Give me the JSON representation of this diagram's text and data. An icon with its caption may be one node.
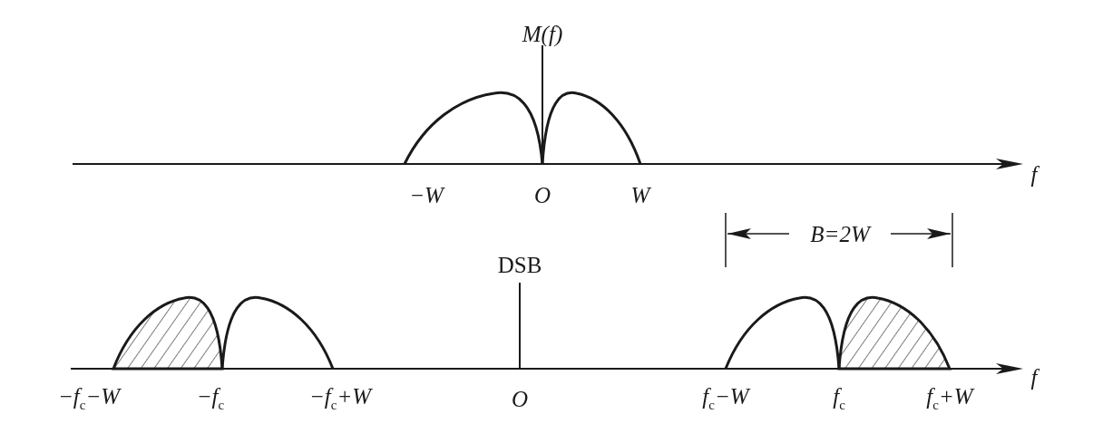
{
  "diagram": {
    "labels": [
      "M(f)",
      "f",
      "−W",
      "O",
      "W",
      "B=2W",
      "DSB",
      "f",
      "−f$_{c}$−W",
      "−f$_{c}$",
      "−f$_{c}$+W",
      "O",
      "f$_{c}$−W",
      "f$_{c}$",
      "f$_{c}$+W"
    ]
  }
}
